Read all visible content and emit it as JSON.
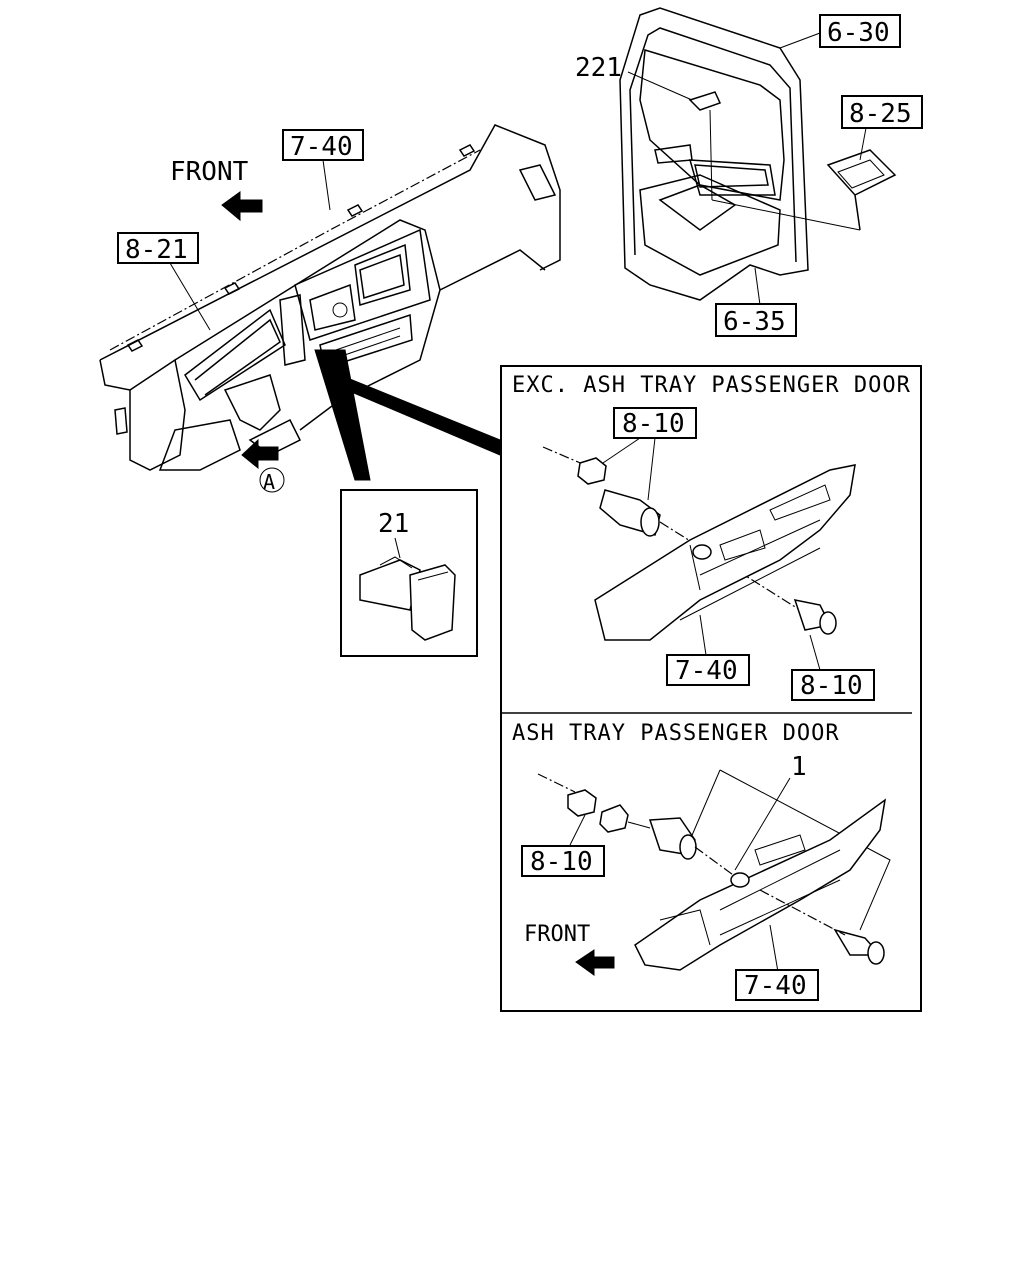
{
  "labels": {
    "front_top": "FRONT",
    "front_bottom": "FRONT",
    "ref_7_40_top": "7-40",
    "ref_8_21": "8-21",
    "ref_6_30": "6-30",
    "ref_8_25": "8-25",
    "ref_6_35": "6-35",
    "ref_221": "221",
    "ref_21": "21",
    "view_a": "A",
    "panel1_title": "EXC. ASH TRAY PASSENGER DOOR",
    "panel1_8_10_top": "8-10",
    "panel1_7_40": "7-40",
    "panel1_8_10_bottom": "8-10",
    "panel2_title": "ASH TRAY PASSENGER DOOR",
    "panel2_1": "1",
    "panel2_8_10": "8-10",
    "panel2_7_40": "7-40"
  }
}
